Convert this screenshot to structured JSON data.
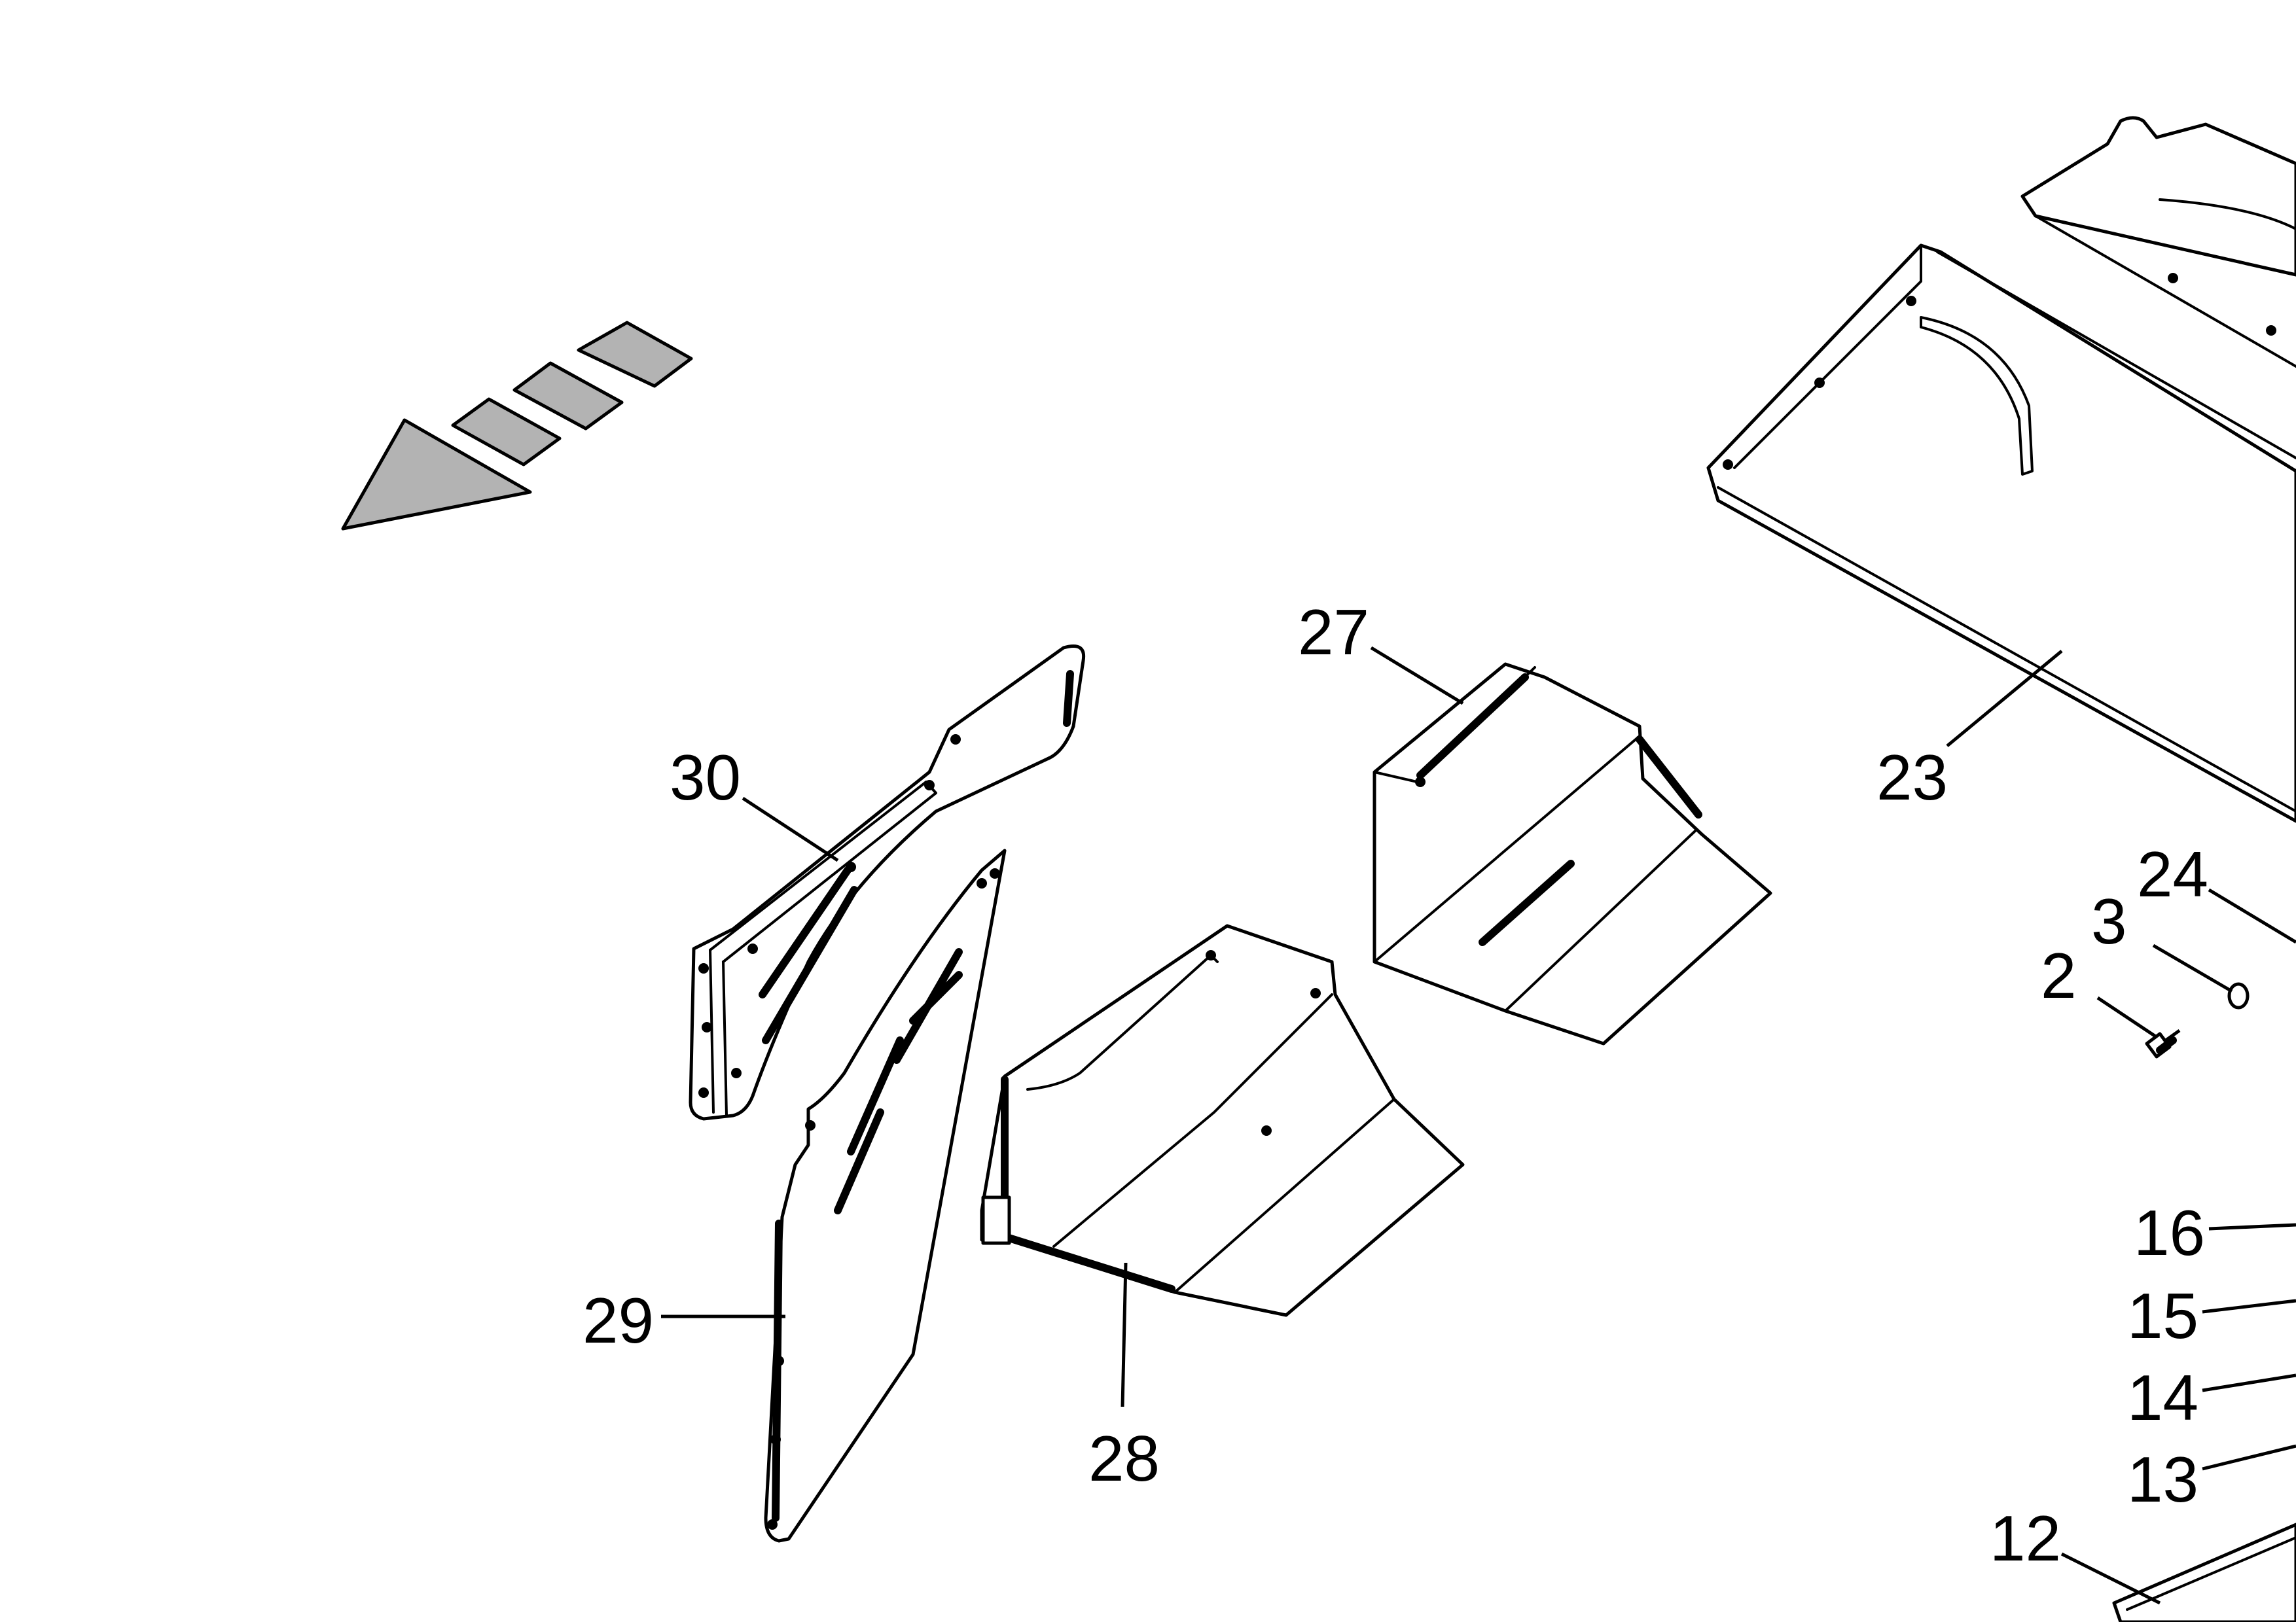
{
  "diagram": {
    "type": "exploded-parts-view",
    "direction_arrow_fill": "#b3b3b3",
    "callouts": [
      {
        "id": "2",
        "label": "2"
      },
      {
        "id": "3",
        "label": "3"
      },
      {
        "id": "12",
        "label": "12"
      },
      {
        "id": "13",
        "label": "13"
      },
      {
        "id": "14",
        "label": "14"
      },
      {
        "id": "15",
        "label": "15"
      },
      {
        "id": "16",
        "label": "16"
      },
      {
        "id": "23",
        "label": "23"
      },
      {
        "id": "24",
        "label": "24"
      },
      {
        "id": "27",
        "label": "27"
      },
      {
        "id": "28",
        "label": "28"
      },
      {
        "id": "29",
        "label": "29"
      },
      {
        "id": "30",
        "label": "30"
      }
    ]
  }
}
